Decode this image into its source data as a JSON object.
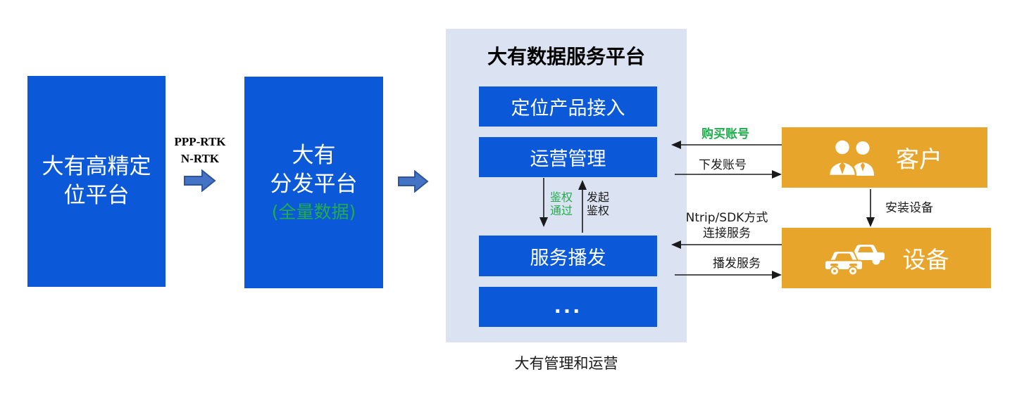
{
  "colors": {
    "blue": "#0B59D9",
    "panel_bg": "#DBE2F1",
    "orange": "#E7A62B",
    "green": "#21AC4E",
    "arrow_fill": "#4472C4",
    "arrow_stroke": "#2E5597",
    "ink": "#1A1A1A"
  },
  "left_box": {
    "line1": "大有高精定",
    "line2": "位平台"
  },
  "flow1": {
    "line1": "PPP-RTK",
    "line2": "N-RTK"
  },
  "middle_box": {
    "line1": "大有",
    "line2": "分发平台",
    "note": "(全量数据)"
  },
  "panel": {
    "title": "大有数据服务平台",
    "modules": [
      "定位产品接入",
      "运营管理",
      "服务播发",
      "..."
    ],
    "caption": "大有管理和运营"
  },
  "auth": {
    "pass_l1": "鉴权",
    "pass_l2": "通过",
    "initiate_l1": "发起",
    "initiate_l2": "鉴权"
  },
  "actors": {
    "customer": "客户",
    "device": "设备"
  },
  "edges": {
    "buy_account": "购买账号",
    "issue_account": "下发账号",
    "connect_l1": "Ntrip/SDK方式",
    "connect_l2": "连接服务",
    "broadcast": "播发服务",
    "install": "安装设备"
  }
}
